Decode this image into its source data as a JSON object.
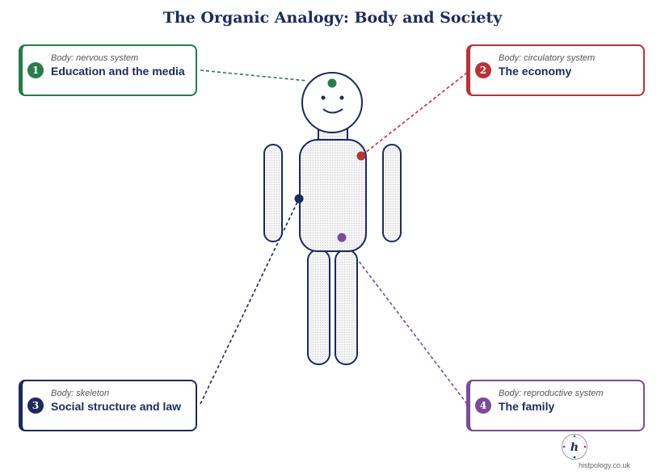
{
  "title": "The Organic Analogy: Body and Society",
  "colors": {
    "outline": "#1c2b5a",
    "body_fill": "#eeeeee",
    "green": "#2a7a4b",
    "red": "#b8323a",
    "navy": "#1c2b5a",
    "purple": "#7a4b96"
  },
  "boxes": [
    {
      "number": "1",
      "body_part": "Body: nervous system",
      "label": "Education and the media",
      "color": "#2a7a4b"
    },
    {
      "number": "2",
      "body_part": "Body: circulatory system",
      "label": "The economy",
      "color": "#b8323a"
    },
    {
      "number": "3",
      "body_part": "Body: skeleton",
      "label": "Social structure and law",
      "color": "#1c2b5a"
    },
    {
      "number": "4",
      "body_part": "Body: reproductive system",
      "label": "The family",
      "color": "#7a4b96"
    }
  ],
  "logo": {
    "glyph": "h",
    "icon": "histpology-logo-icon"
  },
  "footer": "histpology.co.uk"
}
